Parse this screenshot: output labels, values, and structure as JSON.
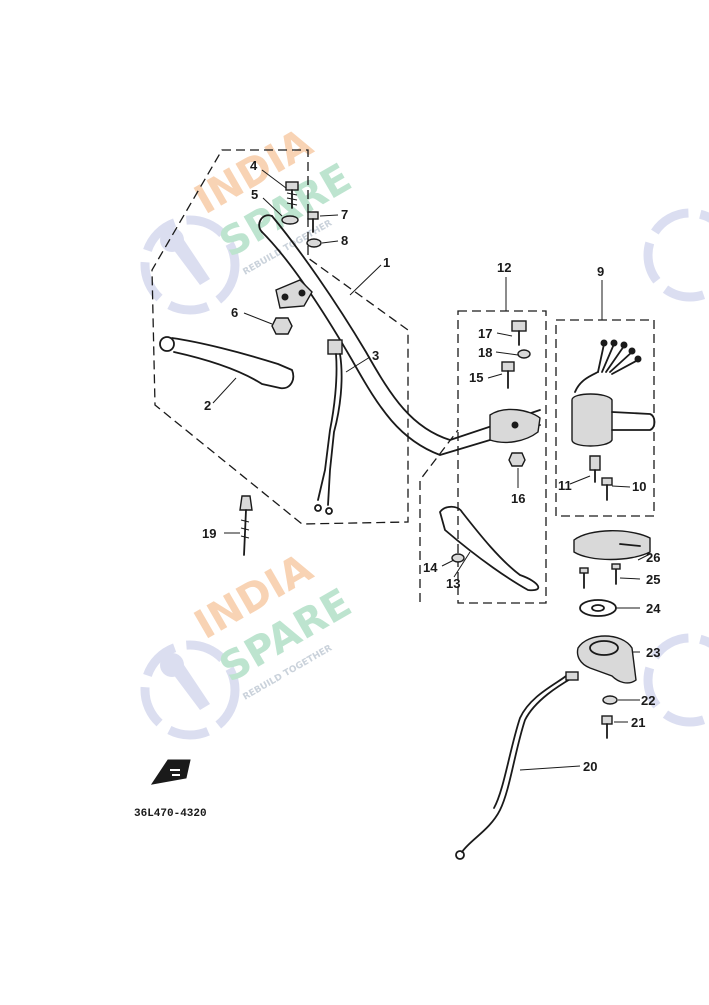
{
  "diagram": {
    "drawing_code": "36L470-4320",
    "callouts": [
      "1",
      "2",
      "3",
      "4",
      "5",
      "6",
      "7",
      "8",
      "9",
      "10",
      "11",
      "12",
      "13",
      "14",
      "15",
      "16",
      "17",
      "18",
      "19",
      "20",
      "21",
      "22",
      "23",
      "24",
      "25",
      "26"
    ]
  },
  "watermark": {
    "line1": "INDIA",
    "line2": "SPARE",
    "tagline": "REBUILD TOGETHER",
    "colors": {
      "india": "#f6c59b",
      "spare": "#a8dcc0",
      "tagline": "#b9c4cf",
      "icon": "#cfd3ec"
    }
  },
  "icons": [
    "front-direction-arrow-icon",
    "wrench-gear-icon"
  ]
}
